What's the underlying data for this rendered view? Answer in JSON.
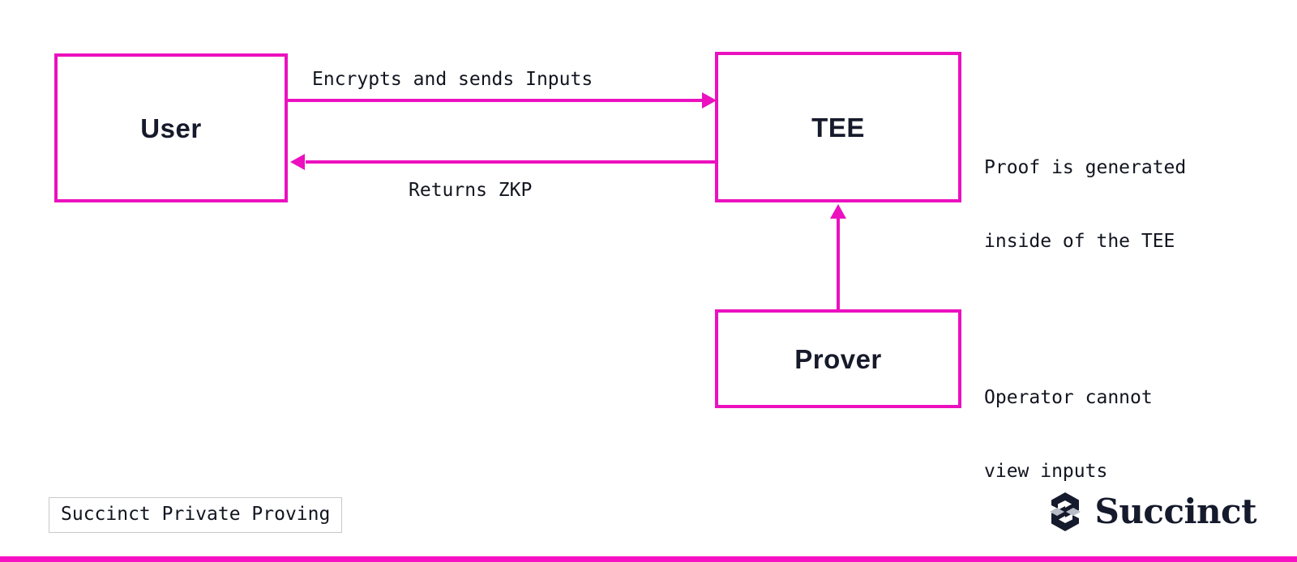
{
  "diagram": {
    "title": "Succinct Private Proving",
    "nodes": [
      {
        "id": "user",
        "label": "User"
      },
      {
        "id": "tee",
        "label": "TEE"
      },
      {
        "id": "prover",
        "label": "Prover"
      }
    ],
    "edges": [
      {
        "id": "user-to-tee",
        "label": "Encrypts and sends Inputs",
        "from": "User",
        "to": "TEE",
        "direction": "right"
      },
      {
        "id": "tee-to-user",
        "label": "Returns ZKP",
        "from": "TEE",
        "to": "User",
        "direction": "left"
      },
      {
        "id": "prover-to-tee",
        "label": "",
        "from": "Prover",
        "to": "TEE",
        "direction": "up"
      }
    ],
    "annotations": [
      {
        "id": "tee-note",
        "line1": "Proof is generated",
        "line2": "inside of the TEE"
      },
      {
        "id": "prover-note",
        "line1": "Operator cannot",
        "line2": "view inputs"
      }
    ],
    "caption": "Succinct Private Proving",
    "brand": {
      "name": "Succinct",
      "mark": "succinct-logo-icon"
    },
    "colors": {
      "accent": "#ec10bf",
      "strip": "#f612c2",
      "text": "#12151f",
      "node_text": "#161a2b",
      "caption_border": "#c8c8cc",
      "background": "#ffffff",
      "logo_dark": "#151a2c",
      "logo_light": "#b8bcc6"
    }
  }
}
